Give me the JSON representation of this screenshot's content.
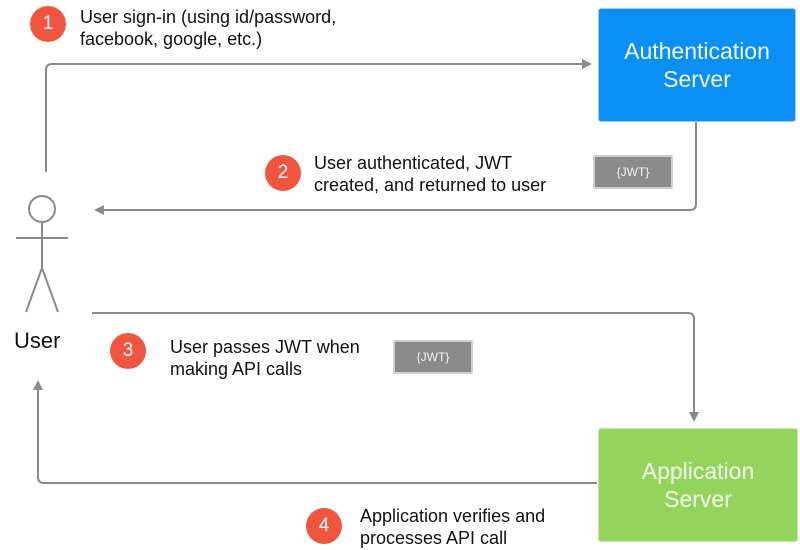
{
  "auth_server": {
    "label": "Authentication\nServer",
    "color": "#0a8ff5"
  },
  "app_server": {
    "label": "Application\nServer",
    "color": "#93d55c"
  },
  "actor": {
    "label": "User",
    "icon": "user-stick-figure-icon"
  },
  "steps": [
    {
      "number": "1",
      "text": "User sign-in (using id/password,\nfacebook, google, etc.)"
    },
    {
      "number": "2",
      "text": "User authenticated, JWT\ncreated, and returned to user"
    },
    {
      "number": "3",
      "text": "User passes JWT when\nmaking API calls"
    },
    {
      "number": "4",
      "text": "Application verifies and\nprocesses API call"
    }
  ],
  "tokens": [
    {
      "label": "{JWT}"
    },
    {
      "label": "{JWT}"
    }
  ],
  "colors": {
    "step_badge": "#f0553f",
    "arrow": "#8a8a8a",
    "token": "#8a8a8a"
  }
}
